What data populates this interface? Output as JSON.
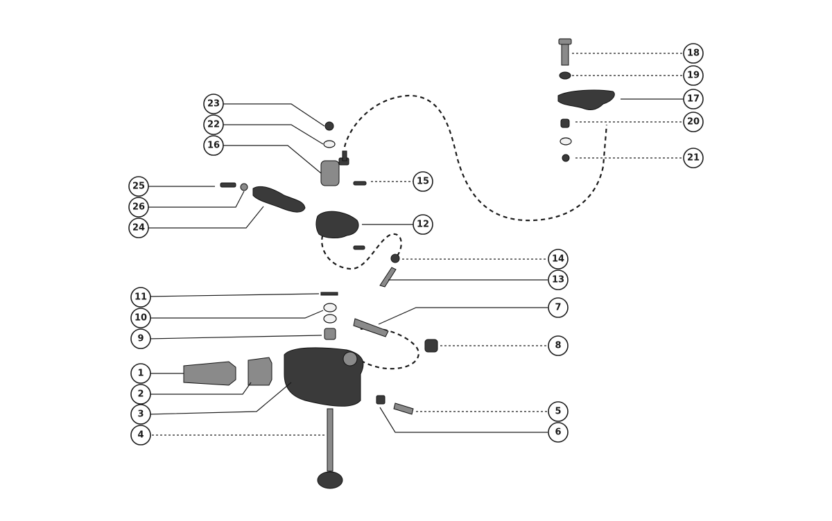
{
  "diagram": {
    "callouts": [
      {
        "label": "1"
      },
      {
        "label": "2"
      },
      {
        "label": "3"
      },
      {
        "label": "4"
      },
      {
        "label": "5"
      },
      {
        "label": "6"
      },
      {
        "label": "7"
      },
      {
        "label": "8"
      },
      {
        "label": "9"
      },
      {
        "label": "10"
      },
      {
        "label": "11"
      },
      {
        "label": "12"
      },
      {
        "label": "13"
      },
      {
        "label": "14"
      },
      {
        "label": "15"
      },
      {
        "label": "16"
      },
      {
        "label": "17"
      },
      {
        "label": "18"
      },
      {
        "label": "19"
      },
      {
        "label": "20"
      },
      {
        "label": "21"
      },
      {
        "label": "22"
      },
      {
        "label": "23"
      },
      {
        "label": "24"
      },
      {
        "label": "25"
      },
      {
        "label": "26"
      }
    ]
  }
}
